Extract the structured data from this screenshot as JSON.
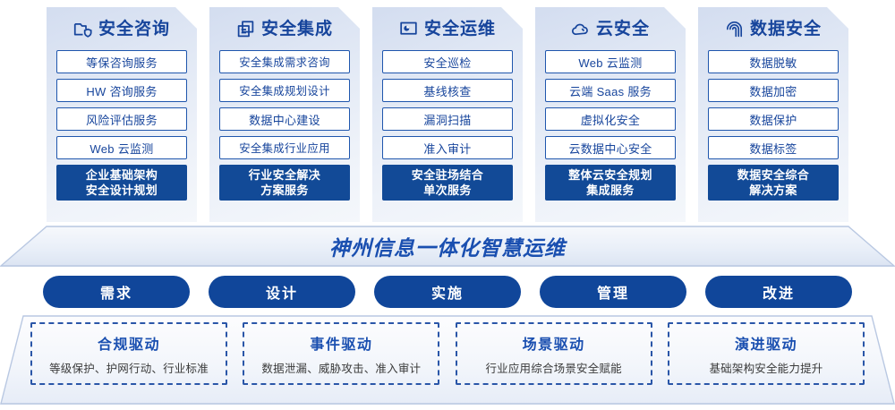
{
  "columns": [
    {
      "icon": "folder-shield-icon",
      "title": "安全咨询",
      "items": [
        "等保咨询服务",
        "HW 咨询服务",
        "风险评估服务",
        "Web 云监测"
      ],
      "footer_line1": "企业基础架构",
      "footer_line2": "安全设计规划"
    },
    {
      "icon": "stacked-documents-icon",
      "title": "安全集成",
      "items": [
        "安全集成需求咨询",
        "安全集成规划设计",
        "数据中心建设",
        "安全集成行业应用"
      ],
      "footer_line1": "行业安全解决",
      "footer_line2": "方案服务"
    },
    {
      "icon": "monitor-chart-icon",
      "title": "安全运维",
      "items": [
        "安全巡检",
        "基线核查",
        "漏洞扫描",
        "准入审计"
      ],
      "footer_line1": "安全驻场结合",
      "footer_line2": "单次服务"
    },
    {
      "icon": "cloud-icon",
      "title": "云安全",
      "items": [
        "Web 云监测",
        "云端 Saas 服务",
        "虚拟化安全",
        "云数据中心安全"
      ],
      "footer_line1": "整体云安全规划",
      "footer_line2": "集成服务"
    },
    {
      "icon": "fingerprint-icon",
      "title": "数据安全",
      "items": [
        "数据脱敏",
        "数据加密",
        "数据保护",
        "数据标签"
      ],
      "footer_line1": "数据安全综合",
      "footer_line2": "解决方案"
    }
  ],
  "band": {
    "title": "神州信息一体化智慧运维"
  },
  "phases": [
    {
      "label": "需求"
    },
    {
      "label": "设计"
    },
    {
      "label": "实施"
    },
    {
      "label": "管理"
    },
    {
      "label": "改进"
    }
  ],
  "drivers": [
    {
      "title": "合规驱动",
      "subtitle": "等级保护、护网行动、行业标准"
    },
    {
      "title": "事件驱动",
      "subtitle": "数据泄漏、威胁攻击、准入审计"
    },
    {
      "title": "场景驱动",
      "subtitle": "行业应用综合场景安全赋能"
    },
    {
      "title": "演进驱动",
      "subtitle": "基础架构安全能力提升"
    }
  ],
  "colors": {
    "primary_blue": "#17459c",
    "dark_blue": "#124a97",
    "panel_gradient_start": "#d3ddf0",
    "panel_gradient_end": "#f4f7fb",
    "dashed_border": "#2a56a8"
  }
}
